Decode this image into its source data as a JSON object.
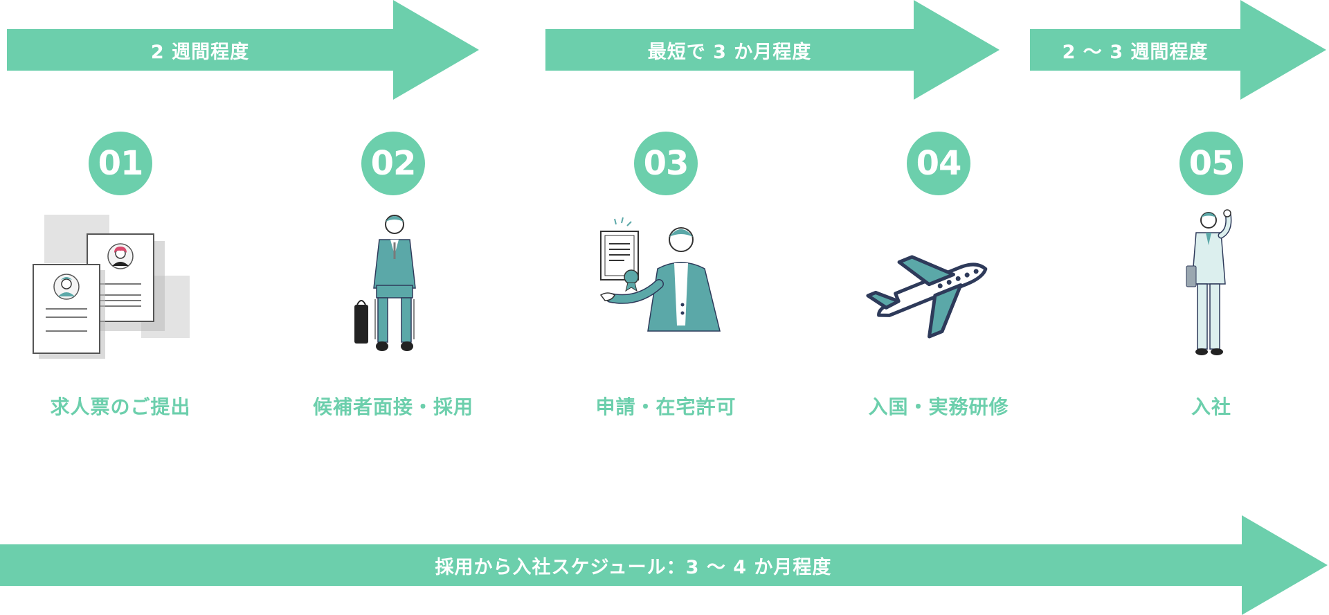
{
  "phases": [
    {
      "label": "2 週間程度"
    },
    {
      "label": "最短で 3 か月程度"
    },
    {
      "label": "2 〜 3 週間程度"
    }
  ],
  "steps": [
    {
      "number": "01",
      "title": "求人票のご提出",
      "icon": "resume-documents-icon"
    },
    {
      "number": "02",
      "title": "候補者面接・採用",
      "icon": "seated-candidate-icon"
    },
    {
      "number": "03",
      "title": "申請・在宅許可",
      "icon": "certificate-presenter-icon"
    },
    {
      "number": "04",
      "title": "入国・実務研修",
      "icon": "airplane-icon"
    },
    {
      "number": "05",
      "title": "入社",
      "icon": "standing-employee-icon"
    }
  ],
  "schedule": {
    "label": "採用から入社スケジュール：3 〜 4 か月程度"
  },
  "colors": {
    "accent": "#6ccfac",
    "teal": "#5ba8a8",
    "navy": "#2e3a5a"
  }
}
